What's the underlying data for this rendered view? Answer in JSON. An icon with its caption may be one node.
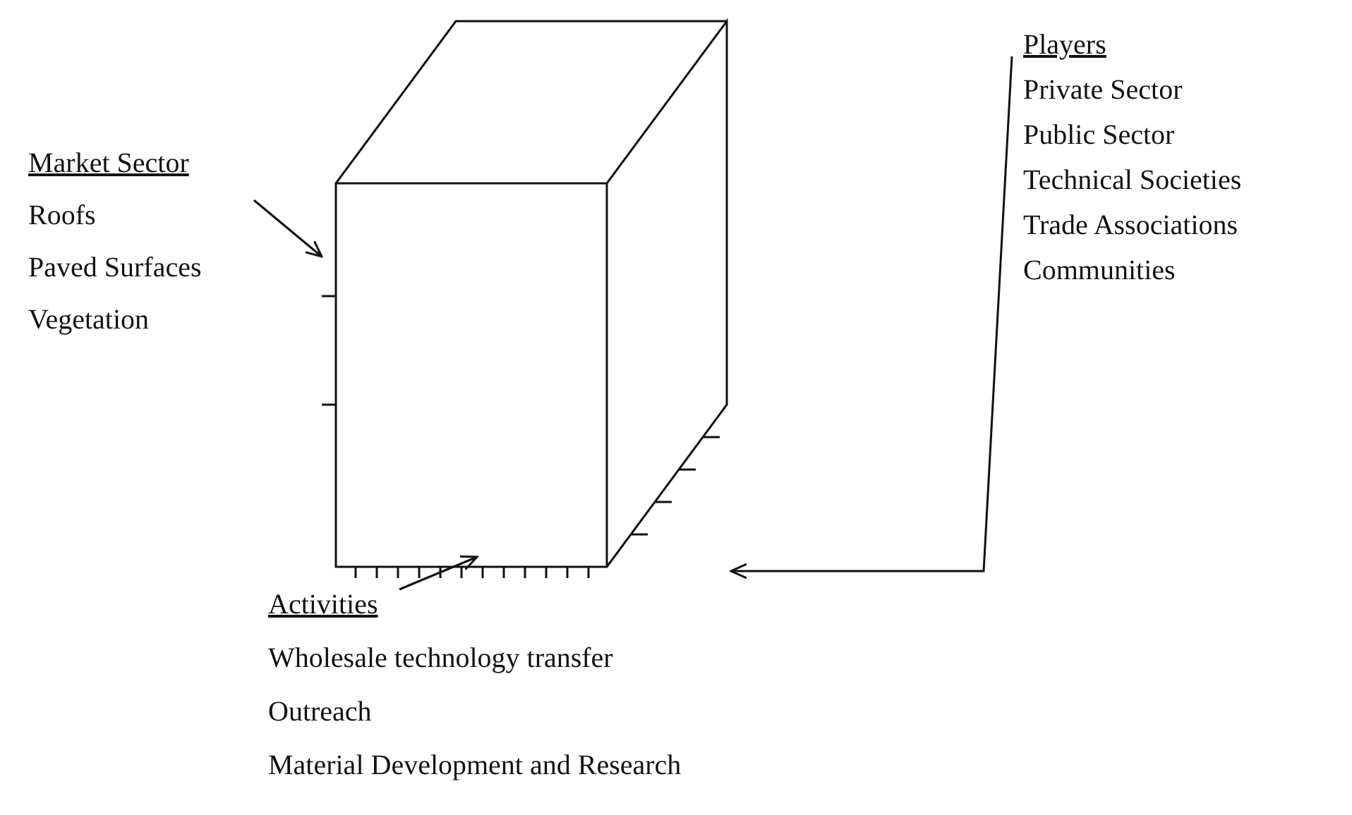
{
  "diagram": {
    "nodes": [
      {
        "text": [],
        "shape": "box"
      },
      {
        "text": [
          "Market Sector",
          "Roofs",
          "Paved Surfaces",
          "Vegetation"
        ]
      },
      {
        "text": [
          "Activities",
          "Wholesale technology transfer",
          "Outreach",
          "Material Development and Research"
        ]
      },
      {
        "text": [
          "Players",
          "Private Sector",
          "Public Sector",
          "Technical Societies",
          "Trade Associations",
          "Communities"
        ]
      }
    ],
    "edges": [
      {
        "from": 1,
        "to": 0,
        "arrow": "to"
      },
      {
        "from": 2,
        "to": 0,
        "arrow": "to"
      },
      {
        "from": 3,
        "to": 0,
        "arrow": "to"
      }
    ]
  }
}
